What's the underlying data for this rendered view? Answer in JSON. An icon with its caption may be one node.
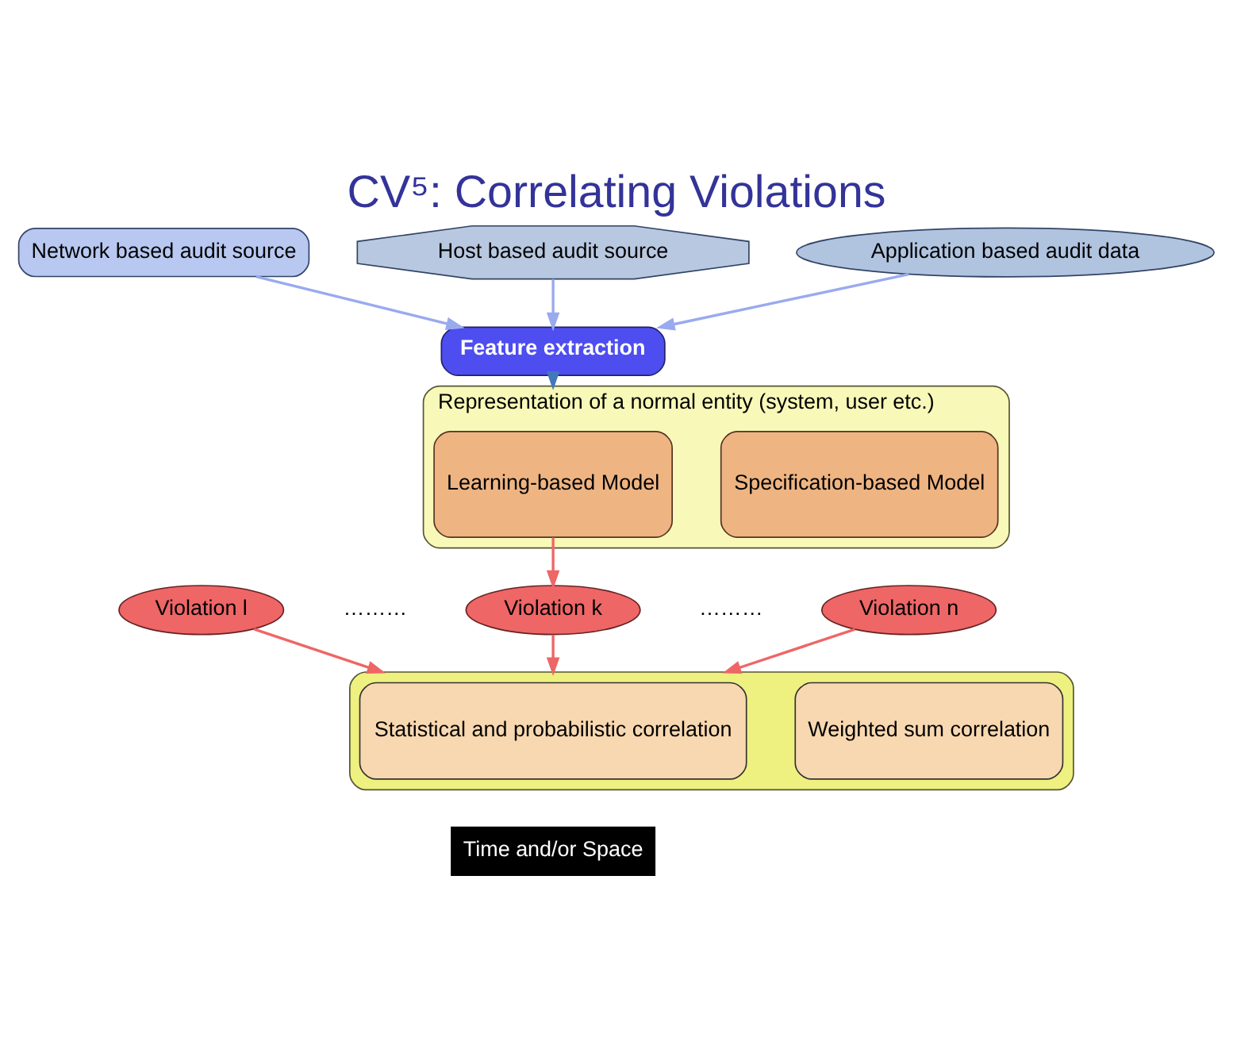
{
  "diagram": {
    "title": "CV⁵: Correlating Violations",
    "nodes": [
      {
        "text": [
          "Network based audit source"
        ]
      },
      {
        "text": [
          "Host based audit source"
        ]
      },
      {
        "text": [
          "Application based audit data"
        ]
      },
      {
        "text": [
          "Feature extraction"
        ]
      },
      {
        "text": [
          "Representation of a normal entity (system, user etc.)"
        ]
      },
      {
        "text": [
          "Learning-based Model"
        ],
        "in": 4
      },
      {
        "text": [
          "Specification-based Model"
        ],
        "in": 4
      },
      {
        "text": [
          "Violation l"
        ]
      },
      {
        "text": [
          "Violation k"
        ]
      },
      {
        "text": [
          "Violation n"
        ]
      },
      {
        "text": [],
        "shape": "box"
      },
      {
        "text": [
          "Statistical and probabilistic correlation"
        ],
        "in": 10
      },
      {
        "text": [
          "Weighted sum correlation"
        ],
        "in": 10
      }
    ],
    "edges": [
      {
        "from": 0,
        "to": 3,
        "arrow": "to",
        "color": "#99aaee"
      },
      {
        "from": 1,
        "to": 3,
        "arrow": "to",
        "color": "#99aaee"
      },
      {
        "from": 2,
        "to": 3,
        "arrow": "to",
        "color": "#99aaee"
      },
      {
        "from": 3,
        "to": 4,
        "arrow": "to",
        "color": "#4477bb"
      },
      {
        "from": 5,
        "to": 8,
        "arrow": "to"
      },
      {
        "from": 7,
        "to": 10,
        "arrow": "to"
      },
      {
        "from": 8,
        "to": 10,
        "arrow": "to"
      },
      {
        "from": 9,
        "to": 10,
        "arrow": "to"
      }
    ],
    "labels": [
      "………",
      "………",
      "Time and/or Space"
    ]
  }
}
